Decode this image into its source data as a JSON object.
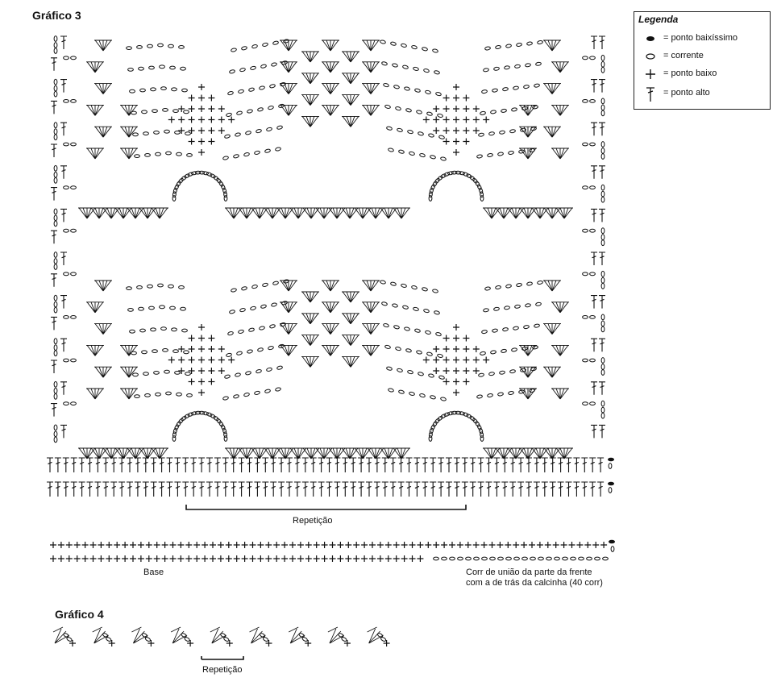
{
  "graphic3": {
    "title": "Gráfico 3"
  },
  "graphic4": {
    "title": "Gráfico 4",
    "repeat_label": "Repetição",
    "motif_count": 9
  },
  "legend": {
    "title": "Legenda",
    "items": [
      {
        "symbol": "oval-filled-icon",
        "label": "= ponto baixíssimo"
      },
      {
        "symbol": "oval-outline-icon",
        "label": "= corrente"
      },
      {
        "symbol": "plus-icon",
        "label": "= ponto baixo"
      },
      {
        "symbol": "t-stitch-icon",
        "label": "= ponto alto"
      }
    ]
  },
  "labels": {
    "repeat": "Repetição",
    "base": "Base",
    "chain_note_line1": "Corr de união da parte da frente",
    "chain_note_line2": "com a de trás da calcinha (40 corr)"
  },
  "colors": {
    "ink": "#111111",
    "background": "#ffffff",
    "border": "#222222"
  }
}
